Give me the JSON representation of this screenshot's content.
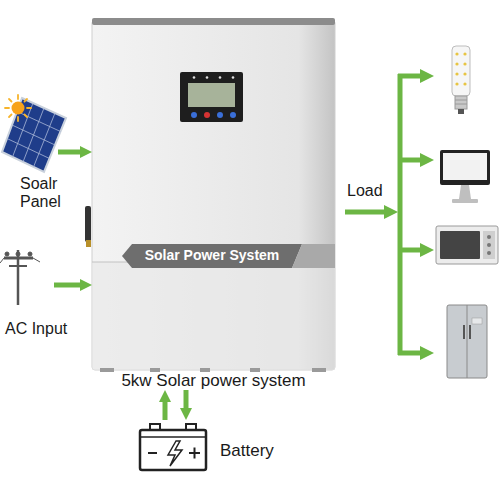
{
  "diagram": {
    "nodes": [
      {
        "text": [
          "Soalr Panel"
        ]
      },
      {
        "text": [
          "AC Input"
        ]
      },
      {
        "text": [
          "Solar Power System",
          "5kw Solar power system"
        ]
      },
      {
        "text": [
          "Battery"
        ]
      }
    ],
    "edges": [
      {
        "from": 0,
        "to": 2,
        "arrow": "to"
      },
      {
        "from": 1,
        "to": 2,
        "arrow": "to"
      },
      {
        "from": 3,
        "to": 2,
        "arrow": "to"
      },
      {
        "from": 2,
        "to": 3,
        "arrow": "to"
      }
    ],
    "labels": [
      "Load"
    ]
  }
}
